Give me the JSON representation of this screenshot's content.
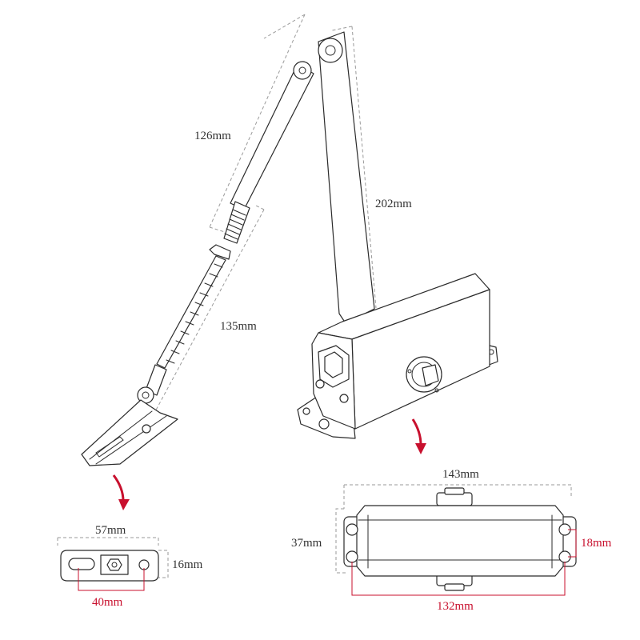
{
  "labels": {
    "upper_arm": "126mm",
    "main_arm": "202mm",
    "rod": "135mm",
    "bracket_width": "57mm",
    "bracket_height": "16mm",
    "bracket_hole_spacing": "40mm",
    "body_length": "143mm",
    "body_height": "37mm",
    "body_hole_vertical": "18mm",
    "body_hole_spacing": "132mm"
  },
  "colors": {
    "line": "#2b2b2b",
    "dim_line": "#9a9a9a",
    "red": "#c8102e",
    "label": "#333333"
  }
}
